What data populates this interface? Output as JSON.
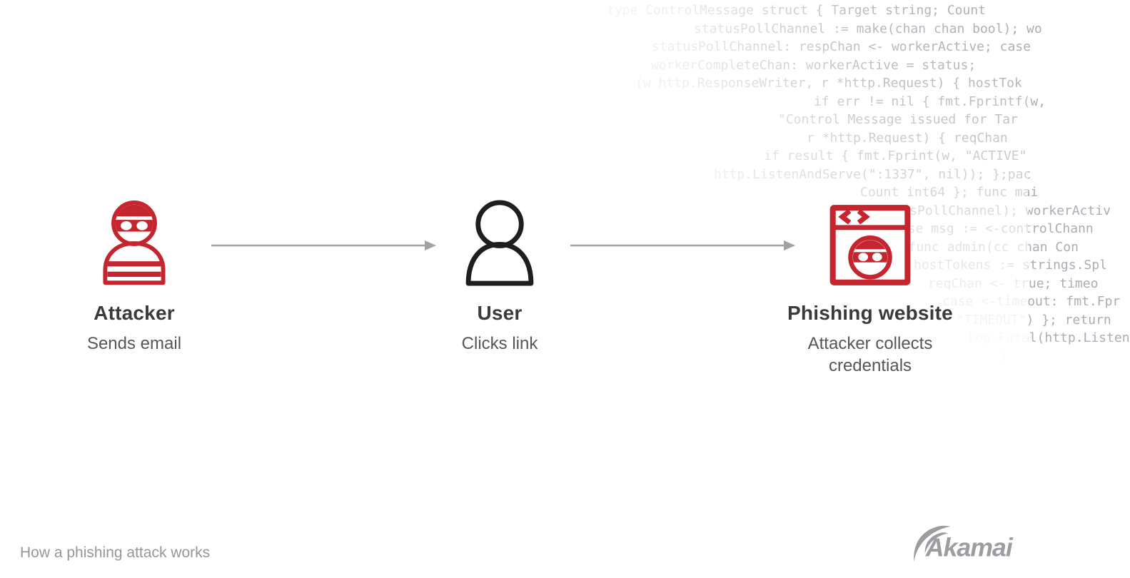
{
  "page": {
    "caption": "How a phishing attack works"
  },
  "brand": {
    "logo_text": "Akamai"
  },
  "colors": {
    "accent_red": "#c5252f",
    "icon_black": "#1e1e20",
    "arrow_gray": "#a1a1a4",
    "title_color": "#3a3a3d",
    "subtitle_color": "#55565b",
    "caption_color": "#96969a",
    "code_color": "#a9aeb4",
    "logo_gray": "#9d9da1"
  },
  "flow": {
    "nodes": [
      {
        "id": "attacker",
        "icon": "attacker-masked-person-icon",
        "title": "Attacker",
        "subtitle": "Sends email"
      },
      {
        "id": "user",
        "icon": "user-person-icon",
        "title": "User",
        "subtitle": "Clicks link"
      },
      {
        "id": "phishing-website",
        "icon": "phishing-browser-window-icon",
        "title": "Phishing website",
        "subtitle": "Attacker collects credentials"
      }
    ],
    "connectors": [
      {
        "from": "attacker",
        "to": "user"
      },
      {
        "from": "user",
        "to": "phishing-website"
      }
    ]
  },
  "background_code": {
    "lines": [
      "type ControlMessage struct { Target string; Count",
      "statusPollChannel := make(chan chan bool); wo",
      "statusPollChannel: respChan <- workerActive; case",
      "workerCompleteChan: workerActive = status;",
      "(w http.ResponseWriter, r *http.Request) { hostTok",
      "if err != nil { fmt.Fprintf(w,",
      "\"Control Message issued for Tar",
      "r *http.Request) { reqChan",
      "if result { fmt.Fprint(w, \"ACTIVE\"",
      "http.ListenAndServe(\":1337\", nil)); };pac",
      "Count int64 }; func mai",
      "statusPollChannel); workerActiv",
      "case msg := <-controlChann",
      "}; func admin(cc chan Con",
      "hostTokens := strings.Spl",
      "reqChan <- true; timeo",
      "case <-timeout: fmt.Fpr",
      "\"TIMEOUT\") }; return",
      "log.Fatal(http.Listen",
      "}"
    ]
  }
}
